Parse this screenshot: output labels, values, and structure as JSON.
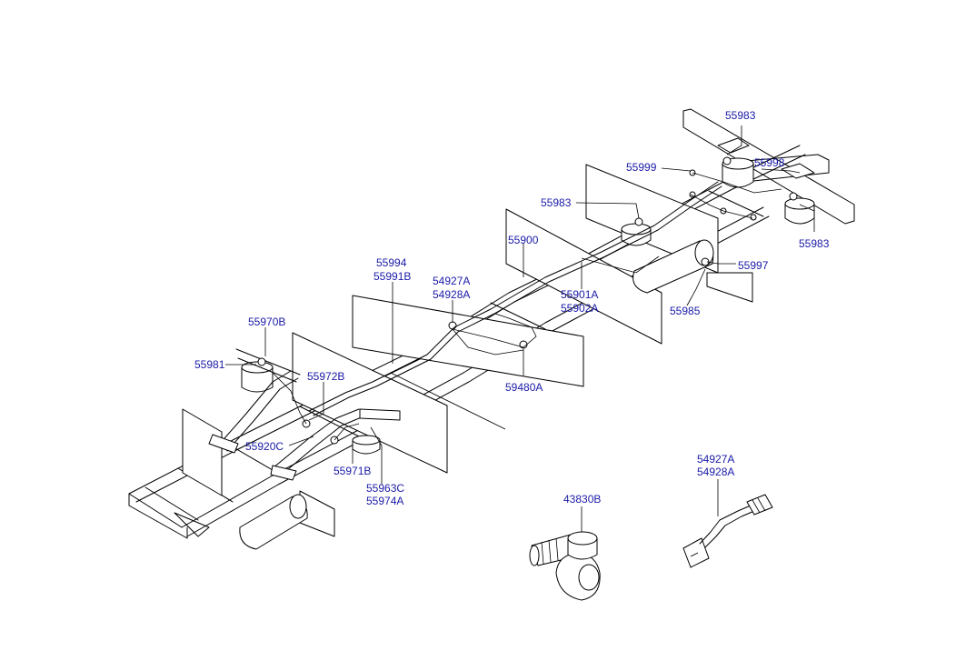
{
  "labels": {
    "p55983_top": "55983",
    "p55999": "55999",
    "p55998": "55998",
    "p55983_mid": "55983",
    "p55983_right": "55983",
    "p55900": "55900",
    "p55997": "55997",
    "p55994": "55994",
    "p55991b": "55991B",
    "p54927a_mid": "54927A",
    "p54928a_mid": "54928A",
    "p55901a": "55901A",
    "p55902a": "55902A",
    "p55985": "55985",
    "p55970b": "55970B",
    "p55981": "55981",
    "p55972b": "55972B",
    "p59480a": "59480A",
    "p55920c": "55920C",
    "p55971b": "55971B",
    "p55963c": "55963C",
    "p55974a": "55974A",
    "p43830b": "43830B",
    "p54927a_conn": "54927A",
    "p54928a_conn": "54928A"
  }
}
